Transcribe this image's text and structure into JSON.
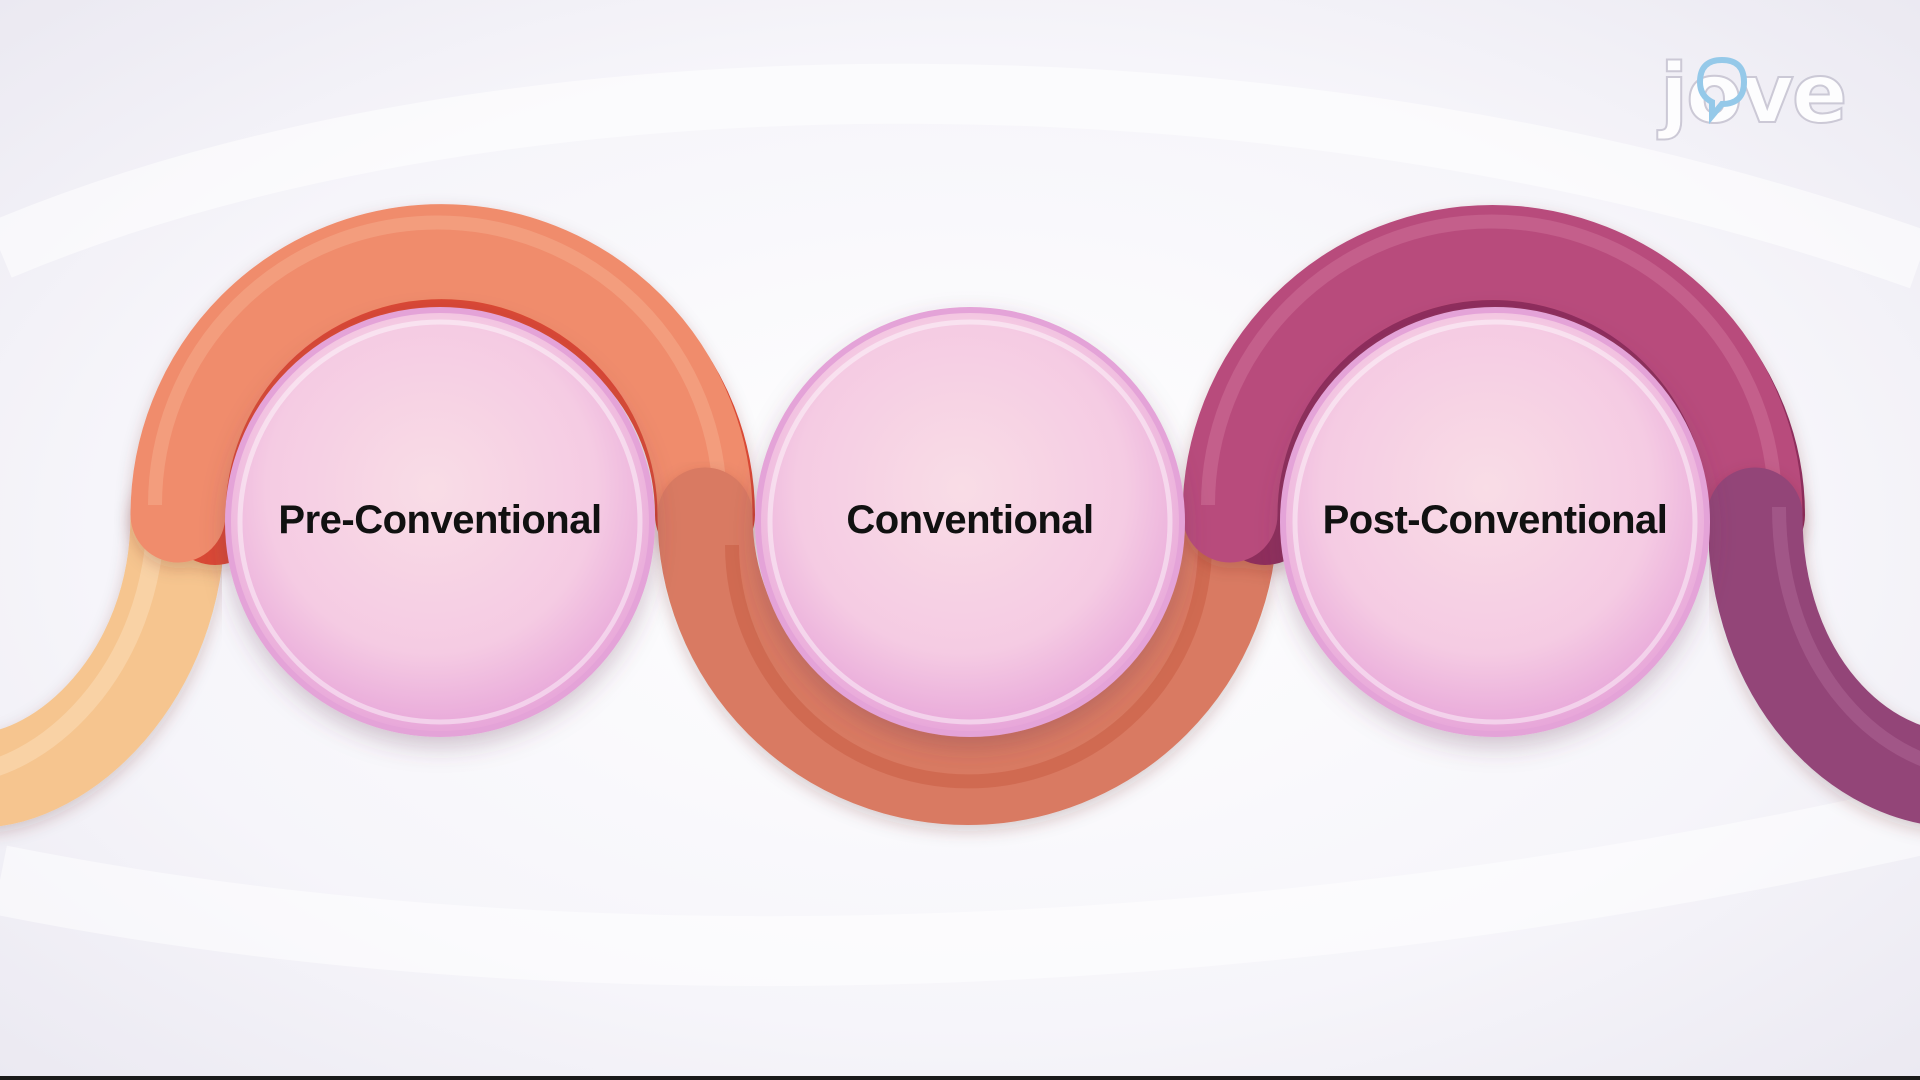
{
  "logo": {
    "text": "jove"
  },
  "stages": [
    {
      "label": "Pre-Conventional"
    },
    {
      "label": "Conventional"
    },
    {
      "label": "Post-Conventional"
    }
  ],
  "colors": {
    "tail_left": "#F6C58F",
    "arc_pre": "#F08C6C",
    "arc_pre_inner": "#D94A34",
    "arc_conventional": "#D97A62",
    "arc_post": "#B84C7C",
    "tail_right": "#934478",
    "circle_fill": "#F6D0E6",
    "circle_edge": "#E4A3D8",
    "label_text": "#111111"
  }
}
